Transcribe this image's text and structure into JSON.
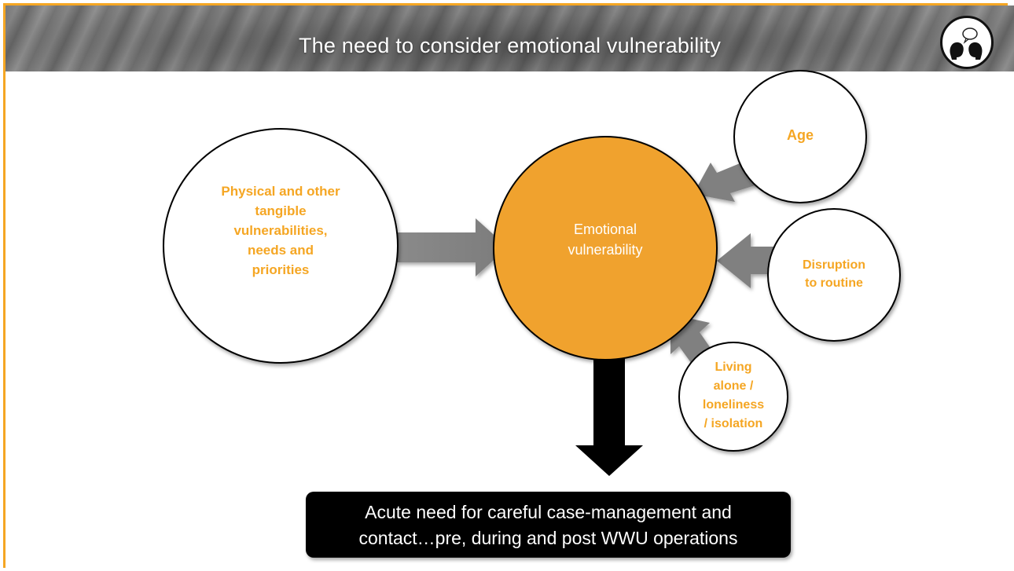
{
  "slide": {
    "title": "The need to consider emotional vulnerability",
    "accent_color": "#f5a623",
    "icon": "speech-bubble-heads-icon"
  },
  "diagram": {
    "center": {
      "label": "Emotional vulnerability",
      "line1": "Emotional",
      "line2": "vulnerability"
    },
    "physical": {
      "lines": [
        "Physical and other",
        "tangible",
        "vulnerabilities,",
        "needs and",
        "priorities"
      ]
    },
    "age": {
      "label": "Age"
    },
    "disruption": {
      "lines": [
        "Disruption",
        "to routine"
      ]
    },
    "living": {
      "lines": [
        "Living",
        "alone /",
        "loneliness",
        "/ isolation"
      ]
    },
    "result": {
      "line1": "Acute need for careful case-management and",
      "line2": "contact…pre, during and post WWU operations"
    }
  }
}
